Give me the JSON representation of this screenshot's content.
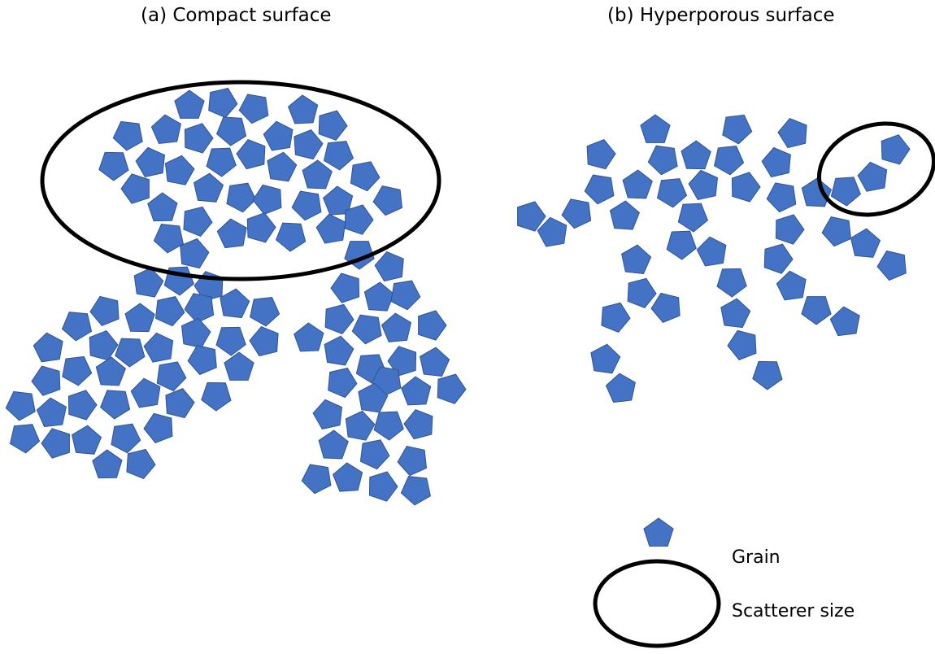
{
  "panels": {
    "a": {
      "title": "(a) Compact surface"
    },
    "b": {
      "title": "(b) Hyperporous surface"
    }
  },
  "legend": {
    "grain_label": "Grain",
    "scatterer_label": "Scatterer size"
  },
  "colors": {
    "grain_fill": "#4472C4",
    "grain_stroke": "#2F5597",
    "ellipse_stroke": "#000000",
    "background": "#FFFFFF"
  }
}
